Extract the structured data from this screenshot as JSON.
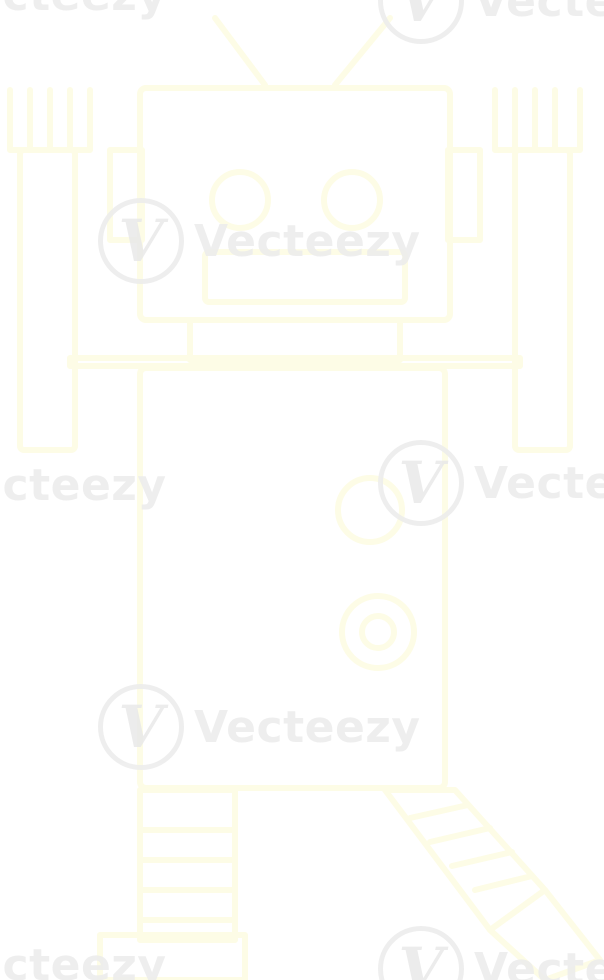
{
  "artwork": {
    "subject": "robot",
    "style": "outline",
    "stroke_color": "#fdfce6",
    "background_color": "#ffffff"
  },
  "watermark": {
    "text": "Vecteezy",
    "icon": "vecteezy-v-logo-icon",
    "logo_glyph": "V",
    "color": "#ececec"
  }
}
